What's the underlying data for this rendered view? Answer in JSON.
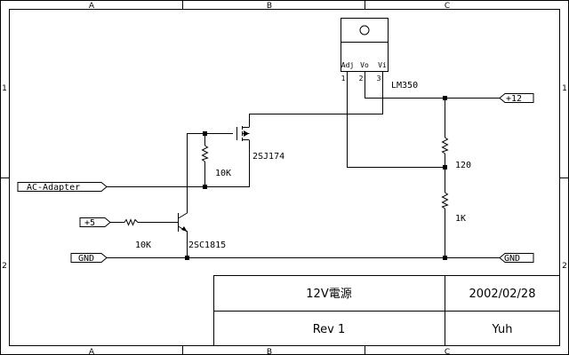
{
  "zones": {
    "top": [
      "A",
      "B",
      "C"
    ],
    "bottom": [
      "A",
      "B",
      "C"
    ],
    "left": [
      "1",
      "2"
    ],
    "right": [
      "1",
      "2"
    ]
  },
  "regulator": {
    "name": "LM350",
    "pins": {
      "adj": "Adj",
      "vo": "Vo",
      "vi": "Vi"
    },
    "pin_numbers": [
      "1",
      "2",
      "3"
    ]
  },
  "mosfet": {
    "name": "2SJ174"
  },
  "transistor": {
    "name": "2SC1815"
  },
  "resistors": {
    "r_gate": "10K",
    "r_base": "10K",
    "r_top": "120",
    "r_bottom": "1K"
  },
  "ports": {
    "ac_adapter": "AC-Adapter",
    "plus5": "+5",
    "gnd_left": "GND",
    "plus12": "+12",
    "gnd_right": "GND"
  },
  "title_block": {
    "title": "12V電源",
    "date": "2002/02/28",
    "revision": "Rev 1",
    "author": "Yuh"
  }
}
